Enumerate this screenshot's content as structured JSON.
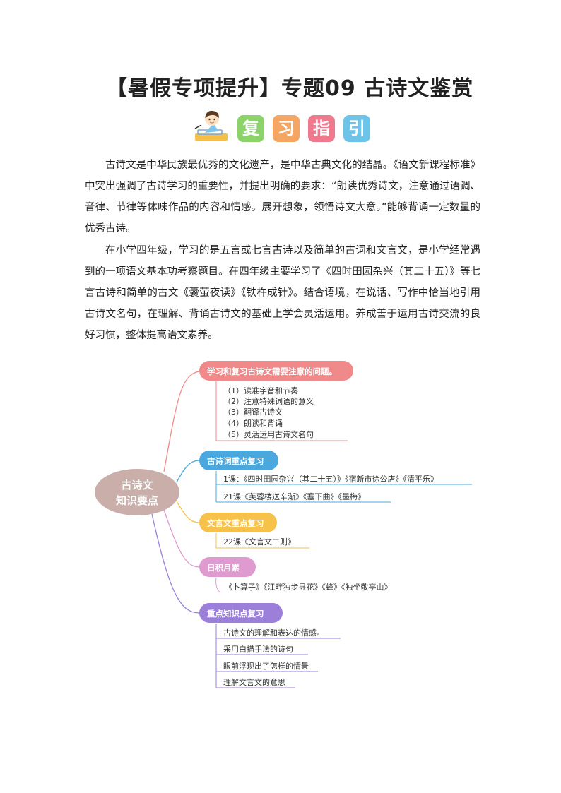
{
  "title": "【暑假专项提升】专题09 古诗文鉴赏",
  "guide": {
    "chars": [
      "复",
      "习",
      "指",
      "引"
    ],
    "colors": [
      "#8cd36a",
      "#f5a662",
      "#ef7a8e",
      "#6dc4e8"
    ]
  },
  "paragraphs": [
    "古诗文是中华民族最优秀的文化遗产，是中华古典文化的结晶。《语文新课程标准》中突出强调了古诗学习的重要性，并提出明确的要求：“朗读优秀诗文，注意通过语调、音律、节律等体味作品的内容和情感。展开想象，领悟诗文大意。”能够背诵一定数量的优秀古诗。",
    "在小学四年级，学习的是五言或七言古诗以及简单的古词和文言文，是小学经常遇到的一项语文基本功考察题目。在四年级主要学习了《四时田园杂兴（其二十五）》等七言古诗和简单的古文《囊萤夜读》《铁杵成针》。结合语境，在说话、写作中恰当地引用古诗文名句，在理解、背诵古诗文的基础上学会灵活运用。养成善于运用古诗交流的良好习惯，整体提高语文素养。"
  ],
  "mindmap": {
    "center": {
      "line1": "古诗文",
      "line2": "知识要点",
      "color": "#c9aeaa"
    },
    "branches": [
      {
        "label": "学习和复习古诗文需要注意的问题。",
        "color": "#f08a8a",
        "items": [
          "（1）读准字音和节奏",
          "（2）注意特殊词语的意义",
          "（3）翻译古诗文",
          "（4）朗读和背诵",
          "（5）灵活运用古诗文名句"
        ]
      },
      {
        "label": "古诗词重点复习",
        "color": "#4aa8df",
        "items": [
          "1课：《四时田园杂兴（其二十五）》《宿新市徐公店》《清平乐》",
          "21课《芙蓉楼送辛渐》《塞下曲》《墨梅》"
        ]
      },
      {
        "label": "文言文重点复习",
        "color": "#f6c24a",
        "items": [
          "22课《文言文二则》"
        ]
      },
      {
        "label": "日积月累",
        "color": "#df9bd0",
        "items": [
          "《卜算子》《江畔独步寻花》《蜂》《独坐敬亭山》"
        ]
      },
      {
        "label": "重点知识点复习",
        "color": "#9b7fd8",
        "items": [
          "古诗文的理解和表达的情感。",
          "采用白描手法的诗句",
          "眼前浮现出了怎样的情景",
          "理解文言文的意思"
        ]
      }
    ]
  }
}
